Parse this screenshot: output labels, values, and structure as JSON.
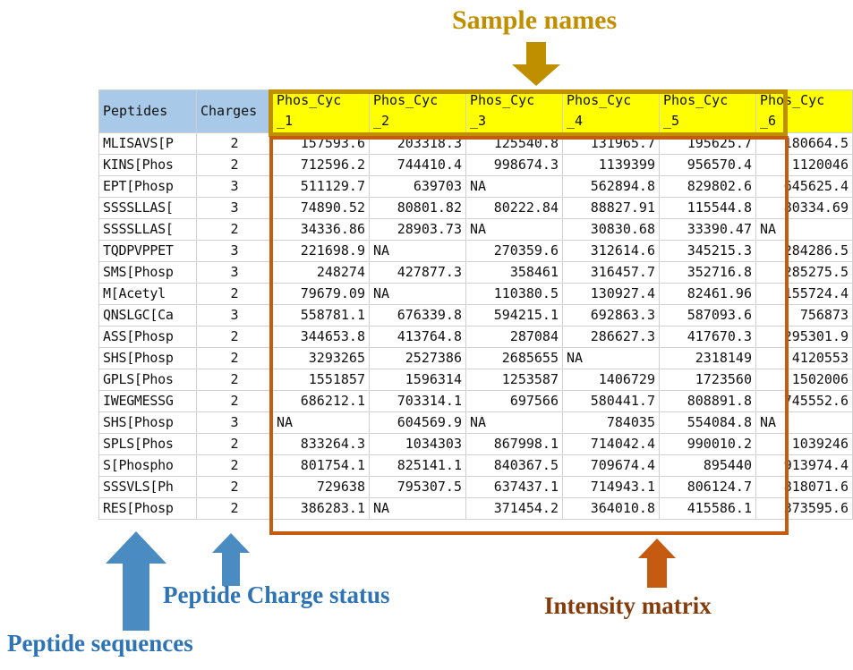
{
  "annotations": {
    "sample_names": {
      "label": "Sample names",
      "color": "#BF8F00",
      "arrow": "down-arrow"
    },
    "peptide_sequences": {
      "label": "Peptide sequences",
      "color": "#2E74B5",
      "arrow": "up-arrow"
    },
    "peptide_charge_status": {
      "label": "Peptide Charge status",
      "color": "#2E74B5",
      "arrow": "up-arrow"
    },
    "intensity_matrix": {
      "label": "Intensity matrix",
      "color": "#843C0C",
      "arrow_color": "#C55A11",
      "arrow": "up-arrow"
    }
  },
  "table": {
    "headers": {
      "peptides": "Peptides",
      "charges": "Charges",
      "samples": [
        {
          "line1": "Phos_Cyc",
          "line2": "_1"
        },
        {
          "line1": "Phos_Cyc",
          "line2": "_2"
        },
        {
          "line1": "Phos_Cyc",
          "line2": "_3"
        },
        {
          "line1": "Phos_Cyc",
          "line2": "_4"
        },
        {
          "line1": "Phos_Cyc",
          "line2": "_5"
        },
        {
          "line1": "Phos_Cyc",
          "line2": "_6"
        }
      ]
    },
    "header_bg_peptide": "#A8CAE8",
    "header_bg_sample": "#FFFF00",
    "rows": [
      {
        "peptide": "MLISAVS[P",
        "charge": "2",
        "values": [
          "157593.6",
          "203318.3",
          "125540.8",
          "131965.7",
          "195625.7",
          "180664.5"
        ]
      },
      {
        "peptide": "KINS[Phos",
        "charge": "2",
        "values": [
          "712596.2",
          "744410.4",
          "998674.3",
          "1139399",
          "956570.4",
          "1120046"
        ]
      },
      {
        "peptide": "EPT[Phosp",
        "charge": "3",
        "values": [
          "511129.7",
          "639703",
          "NA",
          "562894.8",
          "829802.6",
          "645625.4"
        ]
      },
      {
        "peptide": "SSSSLLAS[",
        "charge": "3",
        "values": [
          "74890.52",
          "80801.82",
          "80222.84",
          "88827.91",
          "115544.8",
          "80334.69"
        ]
      },
      {
        "peptide": "SSSSLLAS[",
        "charge": "2",
        "values": [
          "34336.86",
          "28903.73",
          "NA",
          "30830.68",
          "33390.47",
          "NA"
        ]
      },
      {
        "peptide": "TQDPVPPET",
        "charge": "3",
        "values": [
          "221698.9",
          "NA",
          "270359.6",
          "312614.6",
          "345215.3",
          "284286.5"
        ]
      },
      {
        "peptide": "SMS[Phosp",
        "charge": "3",
        "values": [
          "248274",
          "427877.3",
          "358461",
          "316457.7",
          "352716.8",
          "285275.5"
        ]
      },
      {
        "peptide": "M[Acetyl",
        "charge": "2",
        "values": [
          "79679.09",
          "NA",
          "110380.5",
          "130927.4",
          "82461.96",
          "155724.4"
        ]
      },
      {
        "peptide": "QNSLGC[Ca",
        "charge": "3",
        "values": [
          "558781.1",
          "676339.8",
          "594215.1",
          "692863.3",
          "587093.6",
          "756873"
        ]
      },
      {
        "peptide": "ASS[Phosp",
        "charge": "2",
        "values": [
          "344653.8",
          "413764.8",
          "287084",
          "286627.3",
          "417670.3",
          "295301.9"
        ]
      },
      {
        "peptide": "SHS[Phosp",
        "charge": "2",
        "values": [
          "3293265",
          "2527386",
          "2685655",
          "NA",
          "2318149",
          "4120553"
        ]
      },
      {
        "peptide": "GPLS[Phos",
        "charge": "2",
        "values": [
          "1551857",
          "1596314",
          "1253587",
          "1406729",
          "1723560",
          "1502006"
        ]
      },
      {
        "peptide": "IWEGMESSG",
        "charge": "2",
        "values": [
          "686212.1",
          "703314.1",
          "697566",
          "580441.7",
          "808891.8",
          "745552.6"
        ]
      },
      {
        "peptide": "SHS[Phosp",
        "charge": "3",
        "values": [
          "NA",
          "604569.9",
          "NA",
          "784035",
          "554084.8",
          "NA"
        ]
      },
      {
        "peptide": "SPLS[Phos",
        "charge": "2",
        "values": [
          "833264.3",
          "1034303",
          "867998.1",
          "714042.4",
          "990010.2",
          "1039246"
        ]
      },
      {
        "peptide": "S[Phospho",
        "charge": "2",
        "values": [
          "801754.1",
          "825141.1",
          "840367.5",
          "709674.4",
          "895440",
          "913974.4"
        ]
      },
      {
        "peptide": "SSSVLS[Ph",
        "charge": "2",
        "values": [
          "729638",
          "795307.5",
          "637437.1",
          "714943.1",
          "806124.7",
          "818071.6"
        ]
      },
      {
        "peptide": "RES[Phosp",
        "charge": "2",
        "values": [
          "386283.1",
          "NA",
          "371454.2",
          "364010.8",
          "415586.1",
          "373595.6"
        ]
      }
    ]
  }
}
